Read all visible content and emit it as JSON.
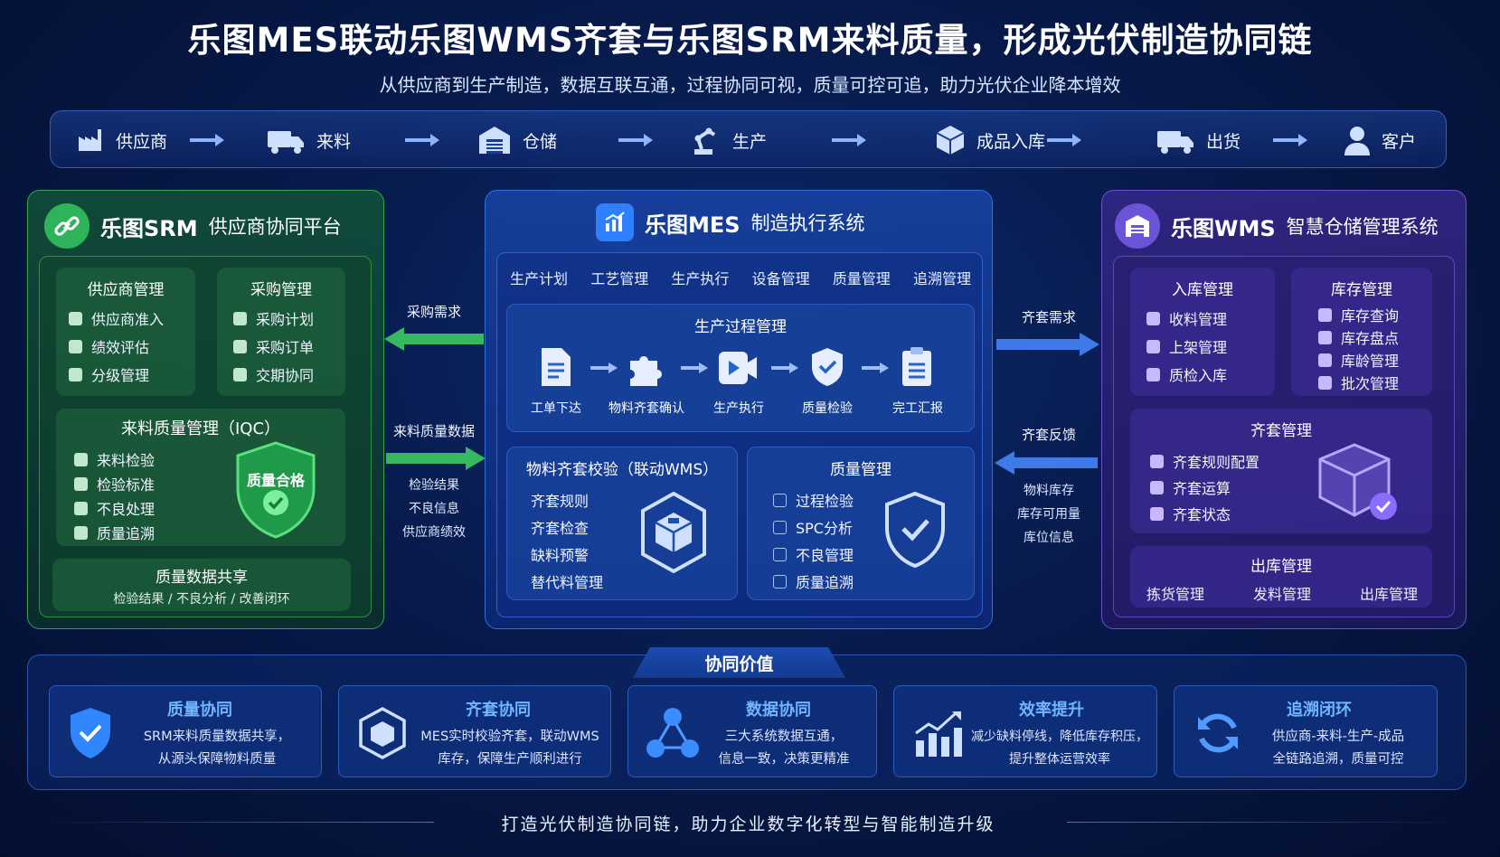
{
  "header": {
    "title": "乐图MES联动乐图WMS齐套与乐图SRM来料质量，形成光伏制造协同链",
    "subtitle": "从供应商到生产制造，数据互联互通，过程协同可视，质量可控可追，助力光伏企业降本增效"
  },
  "flow": [
    {
      "label": "供应商",
      "icon": "factory-icon"
    },
    {
      "label": "来料",
      "icon": "truck-icon"
    },
    {
      "label": "仓储",
      "icon": "warehouse-icon"
    },
    {
      "label": "生产",
      "icon": "robot-arm-icon"
    },
    {
      "label": "成品入库",
      "icon": "cube-icon"
    },
    {
      "label": "出货",
      "icon": "truck-icon"
    },
    {
      "label": "客户",
      "icon": "user-icon"
    }
  ],
  "srm": {
    "name": "乐图SRM",
    "desc": "供应商协同平台",
    "supplier": {
      "title": "供应商管理",
      "items": [
        "供应商准入",
        "绩效评估",
        "分级管理"
      ]
    },
    "purchase": {
      "title": "采购管理",
      "items": [
        "采购计划",
        "采购订单",
        "交期协同"
      ]
    },
    "iqc": {
      "title": "来料质量管理（IQC）",
      "items": [
        "来料检验",
        "检验标准",
        "不良处理",
        "质量追溯"
      ],
      "badge": "质量合格"
    },
    "share": {
      "title": "质量数据共享",
      "desc": "检验结果 / 不良分析 / 改善闭环"
    }
  },
  "links_left": {
    "top": "采购需求",
    "mid": "来料质量数据",
    "sub": [
      "检验结果",
      "不良信息",
      "供应商绩效"
    ]
  },
  "mes": {
    "name": "乐图MES",
    "desc": "制造执行系统",
    "tabs": [
      "生产计划",
      "工艺管理",
      "生产执行",
      "设备管理",
      "质量管理",
      "追溯管理"
    ],
    "process": {
      "title": "生产过程管理",
      "steps": [
        "工单下达",
        "物料齐套确认",
        "生产执行",
        "质量检验",
        "完工汇报"
      ]
    },
    "kit": {
      "title": "物料齐套校验（联动WMS）",
      "items": [
        "齐套规则",
        "齐套检查",
        "缺料预警",
        "替代料管理"
      ]
    },
    "quality": {
      "title": "质量管理",
      "items": [
        "过程检验",
        "SPC分析",
        "不良管理",
        "质量追溯"
      ]
    }
  },
  "links_right": {
    "top": "齐套需求",
    "mid": "齐套反馈",
    "sub": [
      "物料库存",
      "库存可用量",
      "库位信息"
    ]
  },
  "wms": {
    "name": "乐图WMS",
    "desc": "智慧仓储管理系统",
    "inbound": {
      "title": "入库管理",
      "items": [
        "收料管理",
        "上架管理",
        "质检入库"
      ]
    },
    "stock": {
      "title": "库存管理",
      "items": [
        "库存查询",
        "库存盘点",
        "库龄管理",
        "批次管理"
      ]
    },
    "kit": {
      "title": "齐套管理",
      "items": [
        "齐套规则配置",
        "齐套运算",
        "齐套状态"
      ]
    },
    "outbound": {
      "title": "出库管理",
      "items": [
        "拣货管理",
        "发料管理",
        "出库管理"
      ]
    }
  },
  "value": {
    "title": "协同价值",
    "cards": [
      {
        "title": "质量协同",
        "line1": "SRM来料质量数据共享，",
        "line2": "从源头保障物料质量"
      },
      {
        "title": "齐套协同",
        "line1": "MES实时校验齐套，联动WMS",
        "line2": "库存，保障生产顺利进行"
      },
      {
        "title": "数据协同",
        "line1": "三大系统数据互通，",
        "line2": "信息一致，决策更精准"
      },
      {
        "title": "效率提升",
        "line1": "减少缺料停线，降低库存积压，",
        "line2": "提升整体运营效率"
      },
      {
        "title": "追溯闭环",
        "line1": "供应商-来料-生产-成品",
        "line2": "全链路追溯，质量可控"
      }
    ]
  },
  "footer": "打造光伏制造协同链，助力企业数字化转型与智能制造升级",
  "colors": {
    "srm": "#2fa84f",
    "mes": "#2f6fe0",
    "wms": "#6a4fd0",
    "accent": "#6fb6ff"
  }
}
